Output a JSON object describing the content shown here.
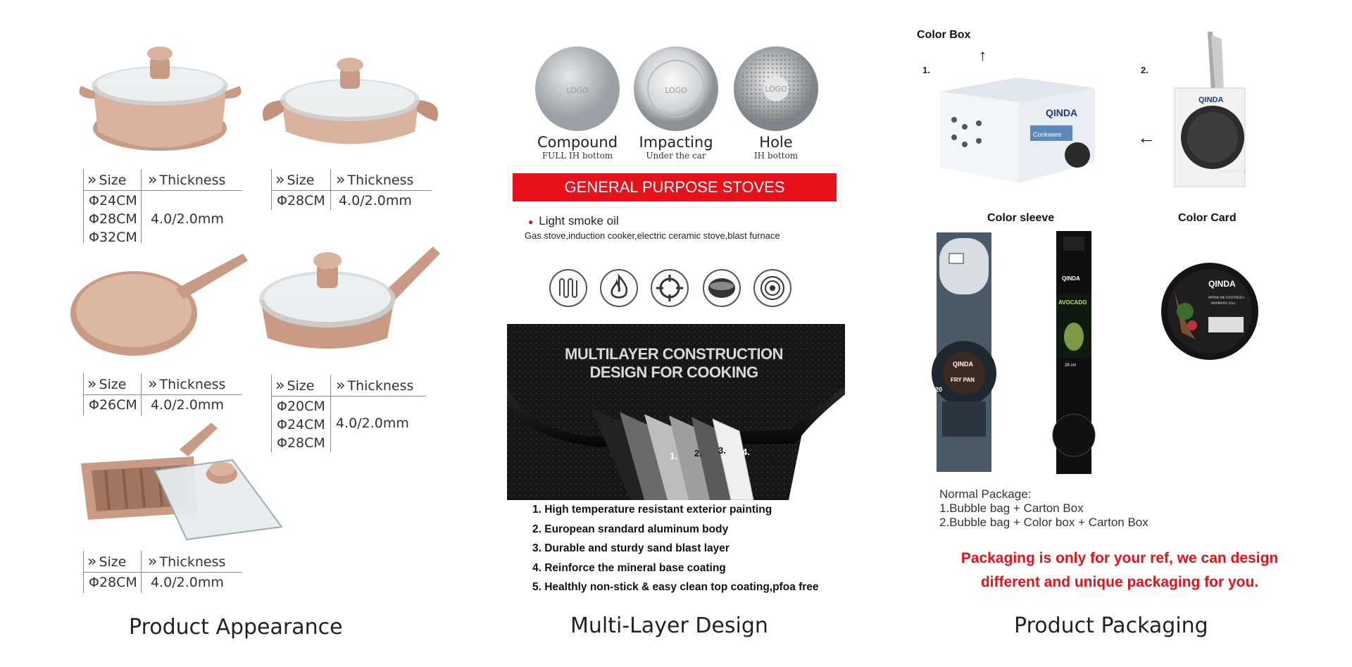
{
  "appearance": {
    "caption": "Product Appearance",
    "spec_header_size": "Size",
    "spec_header_thickness": "Thickness",
    "spec_chevron": "»",
    "tables": [
      {
        "sizes": [
          "Φ24CM",
          "Φ28CM",
          "Φ32CM"
        ],
        "thickness": "4.0/2.0mm"
      },
      {
        "sizes": [
          "Φ28CM"
        ],
        "thickness": "4.0/2.0mm"
      },
      {
        "sizes": [
          "Φ26CM"
        ],
        "thickness": "4.0/2.0mm"
      },
      {
        "sizes": [
          "Φ20CM",
          "Φ24CM",
          "Φ28CM"
        ],
        "thickness": "4.0/2.0mm"
      },
      {
        "sizes": [
          "Φ28CM"
        ],
        "thickness": "4.0/2.0mm"
      }
    ],
    "product_color": "#d9b39e"
  },
  "multilayer": {
    "caption": "Multi-Layer Design",
    "bottoms": [
      {
        "title": "Compound",
        "subtitle": "FULL IH bottom",
        "logo": "LOGO"
      },
      {
        "title": "Impacting",
        "subtitle": "Under the car",
        "logo": "LOGO"
      },
      {
        "title": "Hole",
        "subtitle": "IH bottom",
        "logo": "LOGO"
      }
    ],
    "banner": "GENERAL PURPOSE STOVES",
    "banner_color": "#e8111a",
    "oil_bullet": "●",
    "oil_label": "Light smoke oil",
    "stoves_line": "Gas stove,induction cooker,electric ceramic stove,blast furnace",
    "stove_icons": [
      "induction-coil-icon",
      "flame-icon",
      "gas-burner-icon",
      "ceramic-plate-icon",
      "electric-hob-icon"
    ],
    "construction_title_1": "MULTILAYER CONSTRUCTION",
    "construction_title_2": "DESIGN FOR COOKING",
    "layer_numbers": [
      "1.",
      "2.",
      "3.",
      "4.",
      "5."
    ],
    "layers": [
      "1. High temperature resistant exterior painting",
      "2. European srandard aluminum body",
      "3. Durable and sturdy sand blast layer",
      "4. Reinforce the mineral base coating",
      "5. Healthly non-stick & easy clean top coating,pfoa free"
    ]
  },
  "packaging": {
    "caption": "Product Packaging",
    "color_box_label": "Color Box",
    "color_sleeve_label": "Color sleeve",
    "color_card_label": "Color Card",
    "num_1": "1.",
    "num_2": "2.",
    "brand": "QINDA",
    "box_subtitle": "Cookware",
    "frying_pan_label": "Frying Pan Set",
    "fry_pan": "FRY PAN",
    "sleeve_size": "20",
    "avocado": "AVOCADO",
    "avocado_size": "28 cm",
    "card_text_1": "ΜΠΡΙΚΙ ΜΕ ΕΠΙΣΤΡΩΣΗ",
    "card_text_2": "ΜΑΡΜΑΡΟ 10cc",
    "normal_package_title": "Normal Package:",
    "normal_package_1": "1.Bubble bag + Carton Box",
    "normal_package_2": "2.Bubble bag + Color box + Carton Box",
    "note_line_1": "Packaging is only for your ref, we can design",
    "note_line_2": "different and unique packaging for you.",
    "note_color": "#e8111a"
  }
}
